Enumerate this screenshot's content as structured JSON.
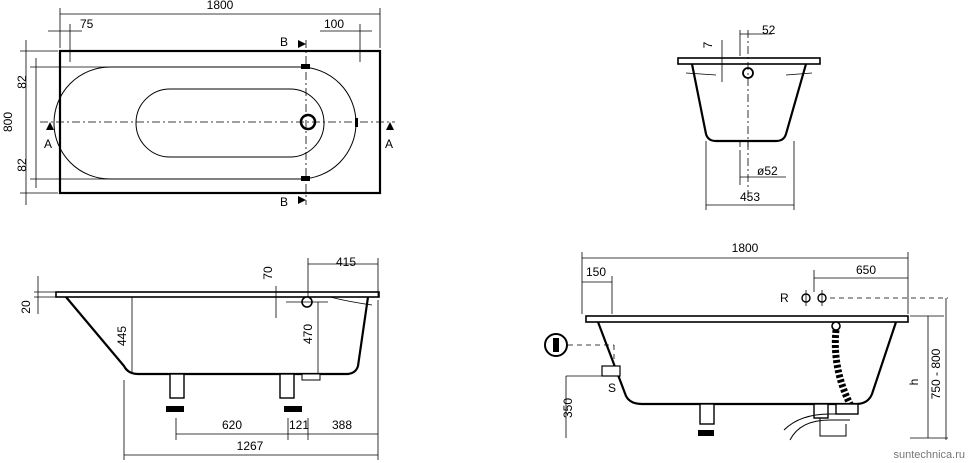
{
  "top_view": {
    "length": "1800",
    "left_offset": "75",
    "right_offset": "100",
    "width": "800",
    "inner_top": "82",
    "inner_bottom": "82",
    "section_a_left": "A",
    "section_a_right": "A",
    "section_b_top": "B",
    "section_b_bottom": "B"
  },
  "cross_section": {
    "rim_height": "7",
    "drain_offset": "52",
    "drain_diameter": "ø52",
    "base_width": "453"
  },
  "long_section": {
    "overflow_from_edge": "415",
    "overflow_depth": "70",
    "rim": "20",
    "depth": "445",
    "overflow_height": "470",
    "legs_spacing": "620",
    "leg_to_drain": "121",
    "drain_to_end": "388",
    "base_length": "1267"
  },
  "install_view": {
    "length": "1800",
    "left_offset": "150",
    "tap_offset": "650",
    "tap_label": "R",
    "height_label": "h",
    "height_range": "750 - 800",
    "supply_height": "350",
    "supply_label": "S"
  },
  "watermark": "suntechnica.ru"
}
